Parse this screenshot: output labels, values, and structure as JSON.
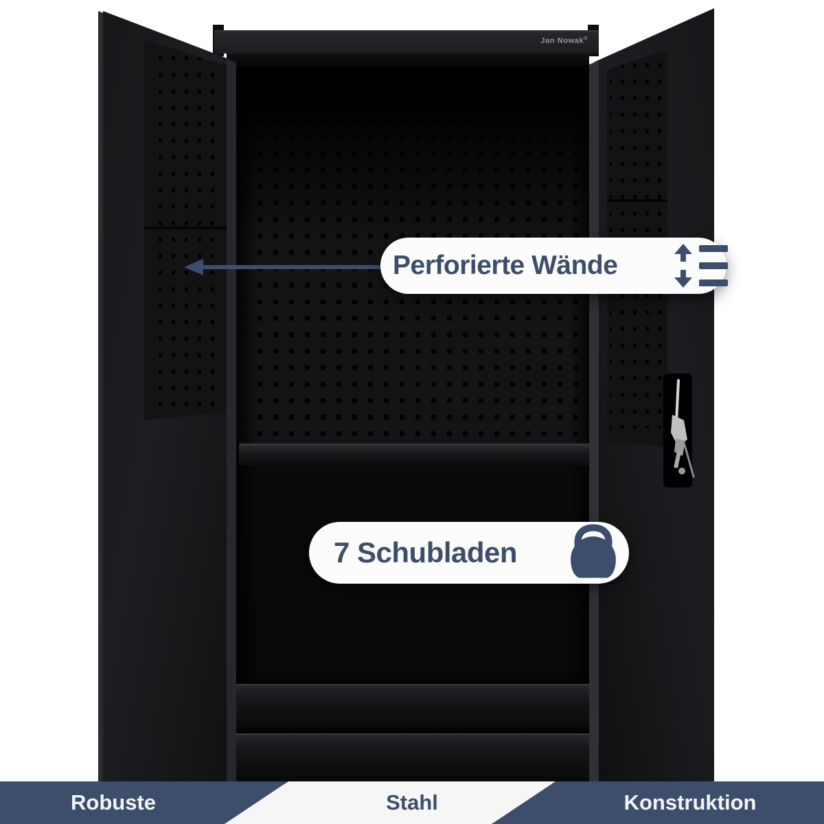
{
  "brand": {
    "label": "Jan Nowak",
    "mark": "®"
  },
  "callouts": {
    "walls": {
      "label": "Perforierte Wände",
      "icon": "shelf-height-adjust-icon"
    },
    "drawers": {
      "label": "7 Schubladen",
      "count": 7,
      "icon": "kettlebell-icon"
    }
  },
  "bottom_bar": {
    "segments": [
      {
        "label": "Robuste"
      },
      {
        "label": "Stahl"
      },
      {
        "label": "Konstruktion"
      }
    ]
  },
  "colors": {
    "accent": "#3c4e6c",
    "pill-bg": "#fcfcfd",
    "bar-light": "#f6f6f7",
    "bar-text": "#f3f4f6",
    "brand-text": "#97979b"
  }
}
